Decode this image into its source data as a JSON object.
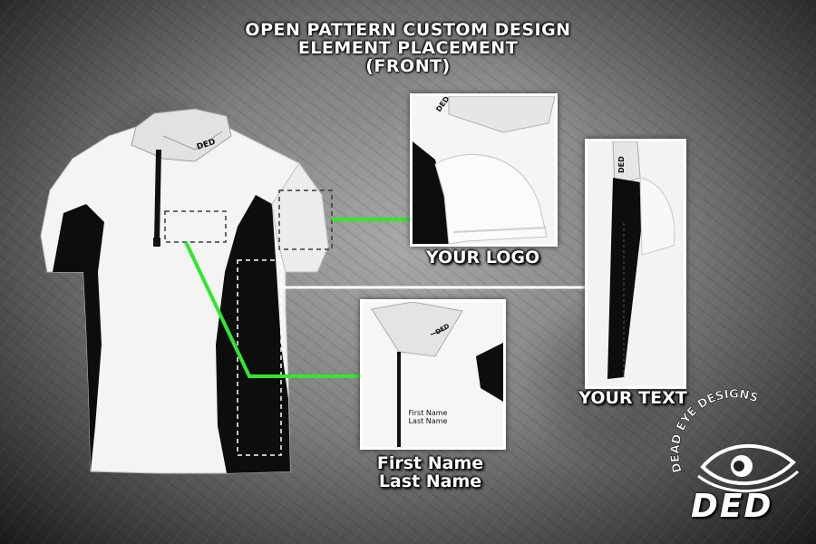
{
  "title": {
    "line1": "OPEN PATTERN CUSTOM DESIGN",
    "line2": "ELEMENT PLACEMENT",
    "line3": "(FRONT)"
  },
  "labels": {
    "logo": "YOUR LOGO",
    "text": "YOUR TEXT",
    "name_line1": "First Name",
    "name_line2": "Last Name"
  },
  "mini_name": {
    "line1": "First Name",
    "line2": "Last Name"
  },
  "brand": {
    "arc_text": "DEAD EYE DESIGNS",
    "mark": "DED",
    "collar_mark": "DED"
  },
  "colors": {
    "connector_green": "#33e62e",
    "connector_white": "#ffffff",
    "shirt_white": "#f4f4f4",
    "shirt_black": "#0d0d0d"
  },
  "icons": {
    "brand_logo": "eye-logo-icon"
  }
}
